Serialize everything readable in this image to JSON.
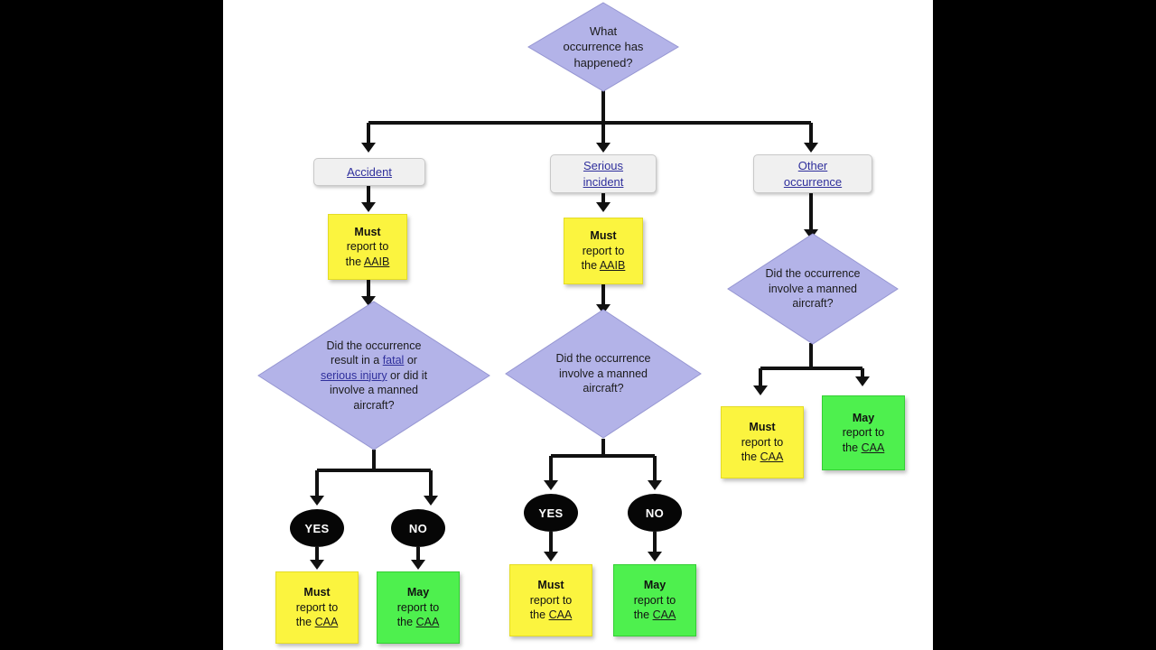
{
  "canvas": {
    "background": "#ffffff",
    "letterbox_color": "#000000"
  },
  "palette": {
    "decision_fill": "#b3b3e8",
    "must_fill": "#fbf43f",
    "may_fill": "#4ef04e",
    "link_box_fill": "#f0f0f0",
    "pill_fill": "#060606",
    "link_text": "#2f2f9c",
    "line_color": "#111111"
  },
  "flow": {
    "start": {
      "label": "What occurrence has happened?",
      "lines": [
        "What",
        "occurrence has",
        "happened?"
      ]
    },
    "branches": [
      {
        "id": "accident",
        "link_label": "Accident",
        "link_lines": [
          "Accident"
        ],
        "action": {
          "kind": "must",
          "lines": [
            "Must",
            "report to",
            "the AAIB"
          ],
          "bold_word": "Must",
          "link_word": "AAIB"
        },
        "decision": {
          "lines": [
            "Did the occurrence",
            "result in a fatal or",
            "serious injury or did it",
            "involve a manned",
            "aircraft?"
          ],
          "links": [
            "fatal",
            "serious injury"
          ]
        },
        "outcomes": [
          {
            "answer": "YES",
            "kind": "must",
            "lines": [
              "Must",
              "report to",
              "the CAA"
            ],
            "bold_word": "Must",
            "link_word": "CAA"
          },
          {
            "answer": "NO",
            "kind": "may",
            "lines": [
              "May",
              "report to",
              "the CAA"
            ],
            "bold_word": "May",
            "link_word": "CAA"
          }
        ]
      },
      {
        "id": "serious-incident",
        "link_label": "Serious incident",
        "link_lines": [
          "Serious",
          "incident"
        ],
        "action": {
          "kind": "must",
          "lines": [
            "Must",
            "report to",
            "the AAIB"
          ],
          "bold_word": "Must",
          "link_word": "AAIB"
        },
        "decision": {
          "lines": [
            "Did the occurrence",
            "involve a manned",
            "aircraft?"
          ],
          "links": []
        },
        "outcomes": [
          {
            "answer": "YES",
            "kind": "must",
            "lines": [
              "Must",
              "report to",
              "the CAA"
            ],
            "bold_word": "Must",
            "link_word": "CAA"
          },
          {
            "answer": "NO",
            "kind": "may",
            "lines": [
              "May",
              "report to",
              "the CAA"
            ],
            "bold_word": "May",
            "link_word": "CAA"
          }
        ]
      },
      {
        "id": "other-occurrence",
        "link_label": "Other occurrence",
        "link_lines": [
          "Other",
          "occurrence"
        ],
        "action": null,
        "decision": {
          "lines": [
            "Did the occurrence",
            "involve a manned",
            "aircraft?"
          ],
          "links": []
        },
        "outcomes": [
          {
            "answer": "",
            "kind": "must",
            "lines": [
              "Must",
              "report to",
              "the CAA"
            ],
            "bold_word": "Must",
            "link_word": "CAA"
          },
          {
            "answer": "",
            "kind": "may",
            "lines": [
              "May",
              "report to",
              "the CAA"
            ],
            "bold_word": "May",
            "link_word": "CAA"
          }
        ]
      }
    ]
  },
  "text": {
    "start_l1": "What",
    "start_l2": "occurrence has",
    "start_l3": "happened?",
    "link_accident": "Accident",
    "link_serious_1": "Serious",
    "link_serious_2": "incident",
    "link_other_1": "Other",
    "link_other_2": "occurrence",
    "must": "Must",
    "may": "May",
    "report_to": "report to",
    "the": "the",
    "aaib": "AAIB",
    "caa": "CAA",
    "d1_l1": "Did the occurrence",
    "d1_l2a": "result in a ",
    "d1_l2_link": "fatal",
    "d1_l2b": " or",
    "d1_l3_link": "serious injury",
    "d1_l3b": " or did it",
    "d1_l4": "involve a manned",
    "d1_l5": "aircraft?",
    "d2_l1": "Did the occurrence",
    "d2_l2": "involve a manned",
    "d2_l3": "aircraft?",
    "d3_l1": "Did the occurrence",
    "d3_l2": "involve a manned",
    "d3_l3": "aircraft?",
    "yes": "YES",
    "no": "NO"
  }
}
